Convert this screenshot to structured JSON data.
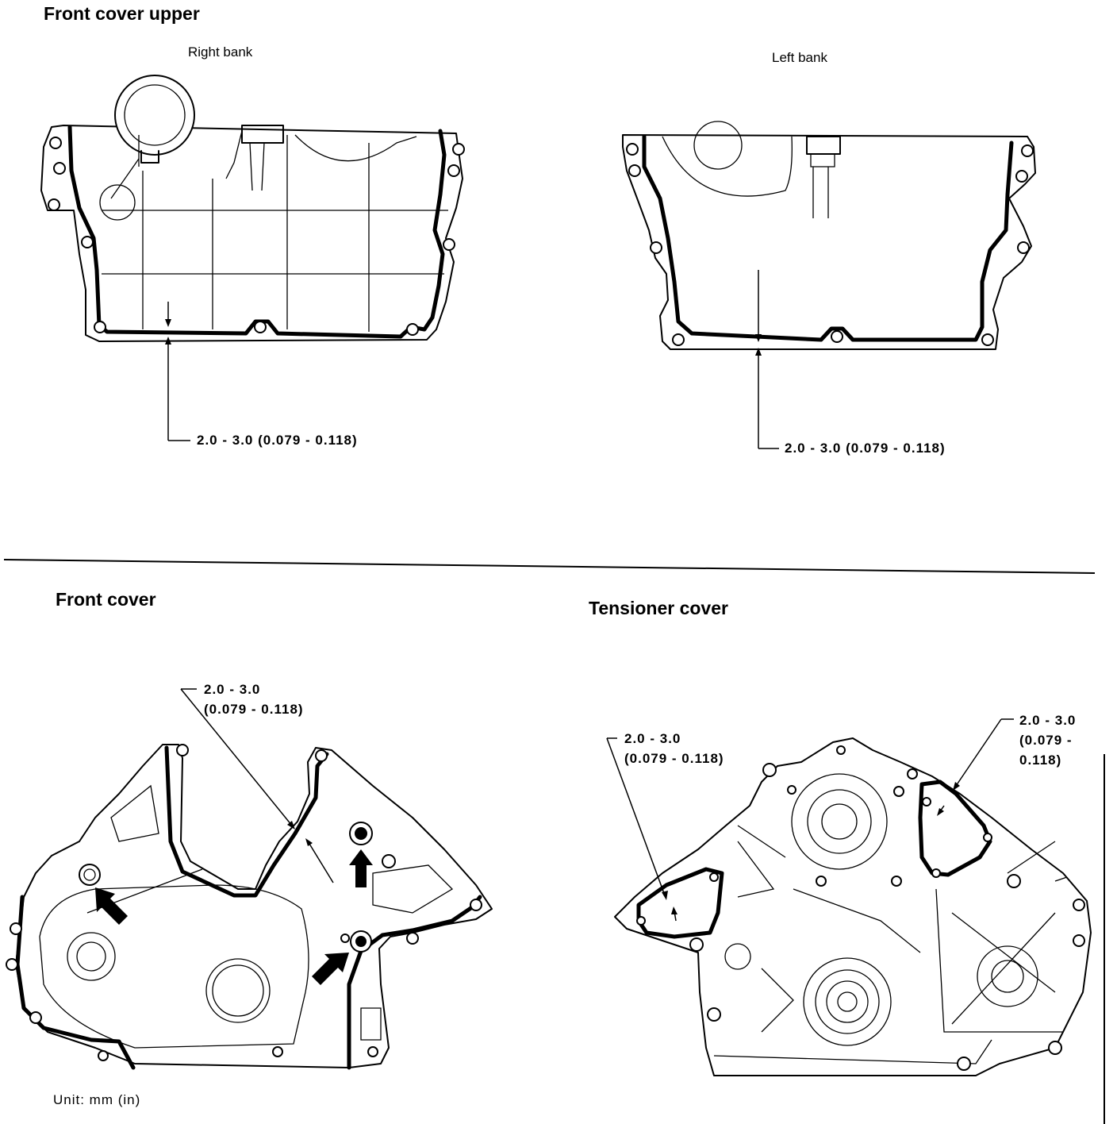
{
  "sections": {
    "front_cover_upper": {
      "title": "Front cover upper",
      "right_bank": {
        "label": "Right bank",
        "dimension": "2.0 - 3.0 (0.079 - 0.118)"
      },
      "left_bank": {
        "label": "Left bank",
        "dimension": "2.0 - 3.0 (0.079 - 0.118)"
      }
    },
    "front_cover": {
      "title": "Front cover",
      "dimension_line1": "2.0 - 3.0",
      "dimension_line2": "(0.079 - 0.118)"
    },
    "tensioner_cover": {
      "title": "Tensioner cover",
      "left_dimension_line1": "2.0 - 3.0",
      "left_dimension_line2": "(0.079 - 0.118)",
      "right_dimension_line1": "2.0 - 3.0",
      "right_dimension_line2": "(0.079 -",
      "right_dimension_line3": "0.118)"
    }
  },
  "unit_note": "Unit: mm (in)"
}
